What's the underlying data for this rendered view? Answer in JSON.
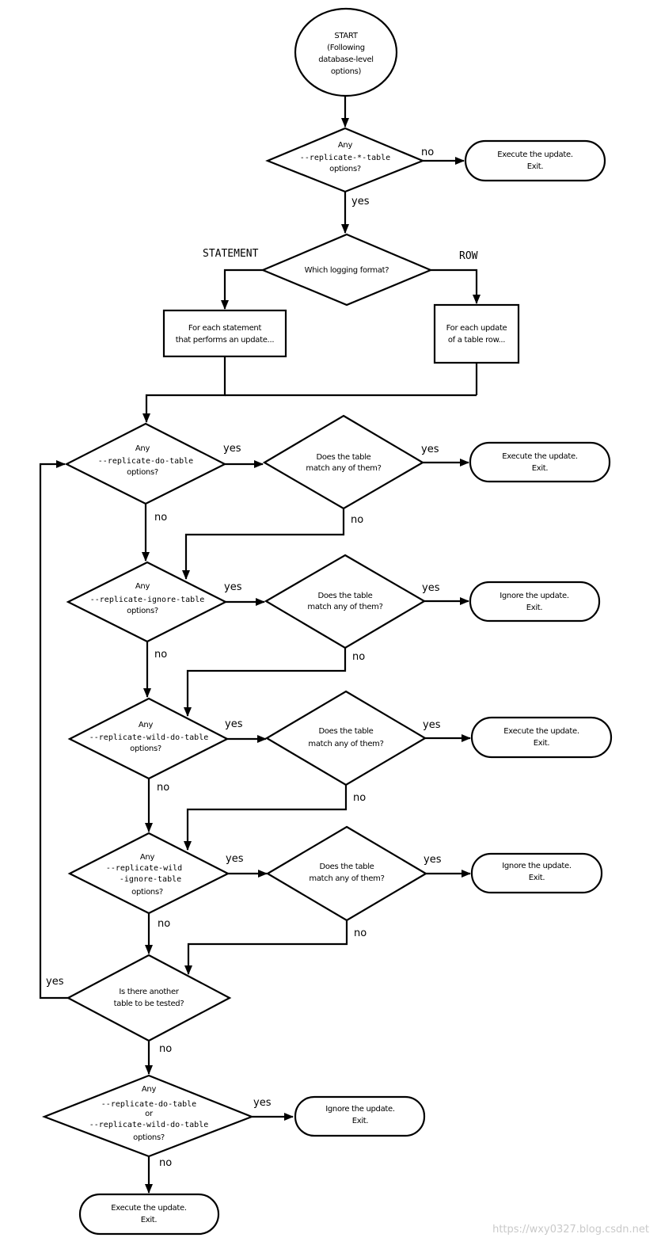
{
  "start": [
    "START",
    "(Following",
    "database-level",
    "options)"
  ],
  "q_any_table": {
    "l1": "Any",
    "l2": "--replicate-*-table",
    "l3": "options?"
  },
  "exit_execute_1": {
    "l1": "Execute the update.",
    "l2": "Exit."
  },
  "q_logging": "Which logging format?",
  "statement_label": "STATEMENT",
  "row_label": "ROW",
  "for_each_statement": {
    "l1": "For each statement",
    "l2": "that performs an update..."
  },
  "for_each_row": {
    "l1": "For each update",
    "l2": "of a table row..."
  },
  "q_do_table": {
    "l1": "Any",
    "l2": "--replicate-do-table",
    "l3": "options?"
  },
  "m_do_table": {
    "l1": "Does the table",
    "l2": "match any of them?"
  },
  "exit_execute_2": {
    "l1": "Execute the update.",
    "l2": "Exit."
  },
  "q_ignore_table": {
    "l1": "Any",
    "l2": "--replicate-ignore-table",
    "l3": "options?"
  },
  "m_ignore_table": {
    "l1": "Does the table",
    "l2": "match any of them?"
  },
  "exit_ignore_1": {
    "l1": "Ignore the update.",
    "l2": "Exit."
  },
  "q_wild_do": {
    "l1": "Any",
    "l2": "--replicate-wild-do-table",
    "l3": "options?"
  },
  "m_wild_do": {
    "l1": "Does the table",
    "l2": "match any of them?"
  },
  "exit_execute_3": {
    "l1": "Execute the update.",
    "l2": "Exit."
  },
  "q_wild_ignore": {
    "l1": "Any",
    "l2": "--replicate-wild",
    "l3": "-ignore-table",
    "l4": "options?"
  },
  "m_wild_ignore": {
    "l1": "Does the table",
    "l2": "match any of them?"
  },
  "exit_ignore_2": {
    "l1": "Ignore the update.",
    "l2": "Exit."
  },
  "q_another": {
    "l1": "Is there another",
    "l2": "table to be tested?"
  },
  "q_final": {
    "l1": "Any",
    "l2": "--replicate-do-table",
    "l3": "or",
    "l4": "--replicate-wild-do-table",
    "l5": "options?"
  },
  "exit_ignore_3": {
    "l1": "Ignore the update.",
    "l2": "Exit."
  },
  "exit_execute_final": {
    "l1": "Execute the update.",
    "l2": "Exit."
  },
  "labels": {
    "yes": "yes",
    "no": "no"
  },
  "watermark": "https://wxy0327.blog.csdn.net"
}
